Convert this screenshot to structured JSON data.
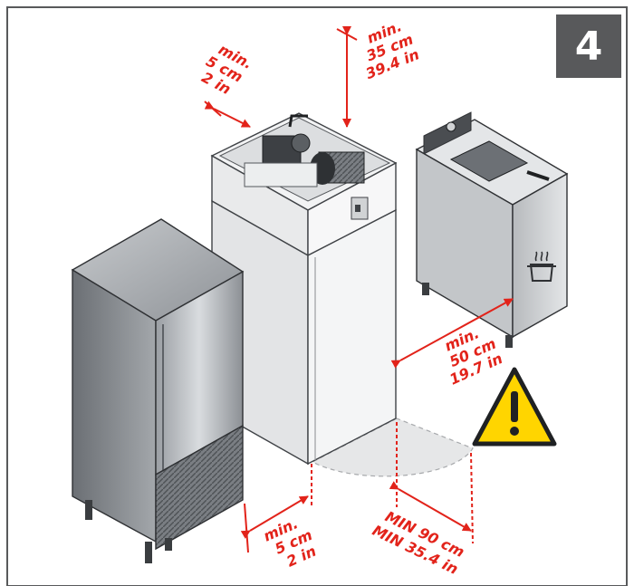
{
  "step": {
    "number": "4"
  },
  "clearances": {
    "top": {
      "line1": "min.",
      "line2": "35 cm",
      "line3": "39.4 in"
    },
    "back": {
      "line1": "min.",
      "line2": "5 cm",
      "line3": "2 in"
    },
    "side": {
      "line1": "min.",
      "line2": "50 cm",
      "line3": "19.7 in"
    },
    "left": {
      "line1": "min.",
      "line2": "5 cm",
      "line3": "2 in"
    },
    "door": {
      "line1": "MIN 90 cm",
      "line2": "MIN 35.4 in"
    }
  },
  "icons": {
    "warning": "warning-triangle-icon",
    "heat": "hot-pot-icon"
  },
  "colors": {
    "dimension": "#e2231a",
    "badge": "#58595b",
    "warning_fill": "#ffd500",
    "frame": "#58595b"
  }
}
